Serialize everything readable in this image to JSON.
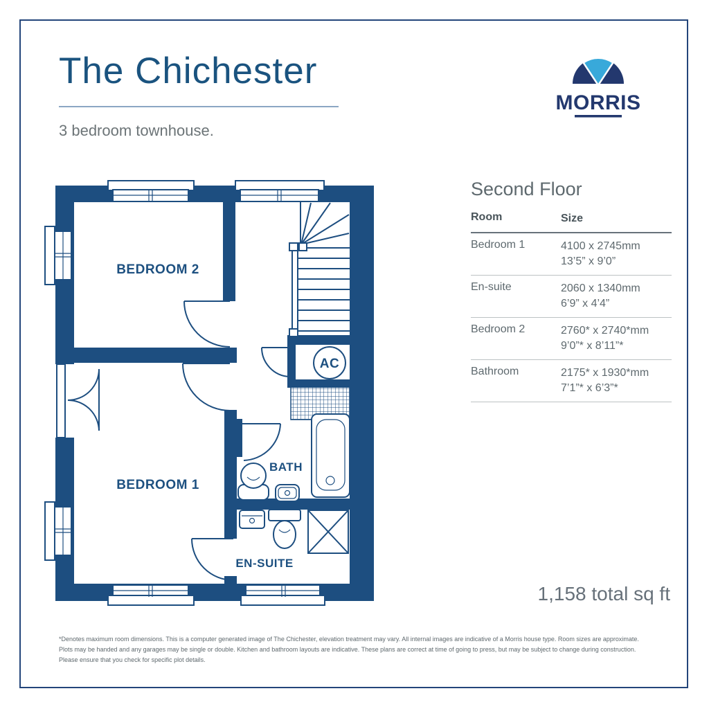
{
  "page": {
    "title": "The Chichester",
    "subtitle": "3 bedroom townhouse.",
    "total_area": "1,158 total sq ft",
    "disclaimer": "*Denotes maximum room dimensions. This is a computer generated image of The Chichester, elevation treatment may vary. All internal images are indicative of a Morris house type. Room sizes are approximate. Plots may be handed and any garages may be single or double. Kitchen and bathroom layouts are indicative. These plans are correct at time of going to press, but may be subject to change during construction. Please ensure that you check for specific plot details."
  },
  "logo": {
    "brand": "MORRIS",
    "navy": "#23386e",
    "light_blue": "#38a9da"
  },
  "colors": {
    "wall_blue": "#1d4e80",
    "title_blue": "#1a537f",
    "rule_blue": "#8ba6c3",
    "text_gray": "#5e696e"
  },
  "floor_table": {
    "heading": "Second Floor",
    "columns": [
      "Room",
      "Size"
    ],
    "rows": [
      {
        "room": "Bedroom 1",
        "size_mm": "4100 x 2745mm",
        "size_ft": "13’5” x 9’0”"
      },
      {
        "room": "En-suite",
        "size_mm": "2060 x 1340mm",
        "size_ft": "6’9” x 4’4”"
      },
      {
        "room": "Bedroom 2",
        "size_mm": "2760* x 2740*mm",
        "size_ft": "9’0”* x 8’11”*"
      },
      {
        "room": "Bathroom",
        "size_mm": "2175* x 1930*mm",
        "size_ft": "7’1”* x 6’3”*"
      }
    ]
  },
  "floorplan": {
    "labels": {
      "bedroom2": "BEDROOM 2",
      "bedroom1": "BEDROOM 1",
      "bath": "BATH",
      "ensuite": "EN-SUITE",
      "ac": "AC"
    }
  }
}
